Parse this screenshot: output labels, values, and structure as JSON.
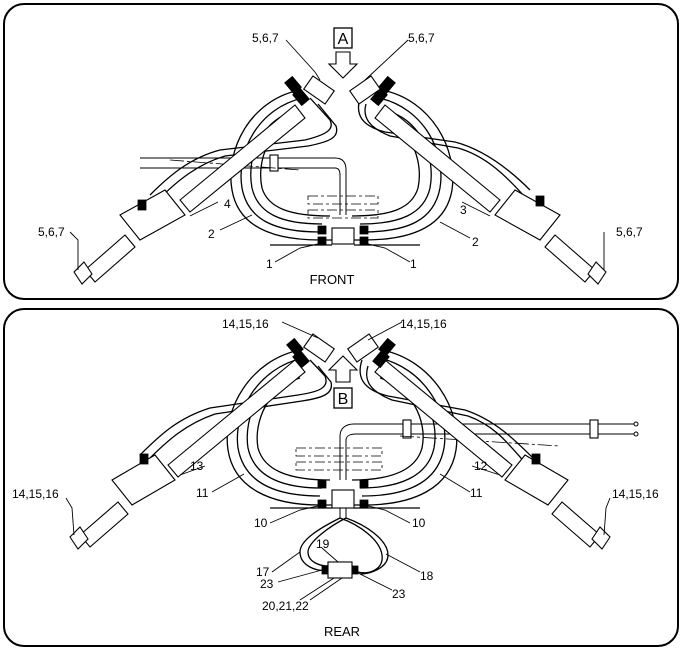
{
  "front": {
    "title": "FRONT",
    "view_marker": "A",
    "callouts": {
      "tl": "5,6,7",
      "tr": "5,6,7",
      "ml": "5,6,7",
      "mr": "5,6,7",
      "c4": "4",
      "c3": "3",
      "c2l": "2",
      "c2r": "2",
      "c1l": "1",
      "c1r": "1"
    }
  },
  "rear": {
    "title": "REAR",
    "view_marker": "B",
    "callouts": {
      "tl": "14,15,16",
      "tr": "14,15,16",
      "ml": "14,15,16",
      "mr": "14,15,16",
      "c13": "13",
      "c12": "12",
      "c11l": "11",
      "c11r": "11",
      "c10l": "10",
      "c10r": "10",
      "c17": "17",
      "c18": "18",
      "c19": "19",
      "c23l": "23",
      "c23r": "23",
      "c20": "20,21,22"
    }
  }
}
